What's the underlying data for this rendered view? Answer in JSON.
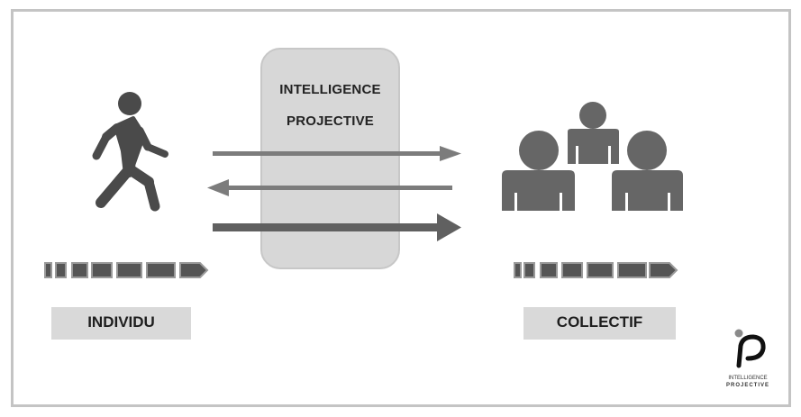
{
  "center": {
    "title_line1": "INTELLIGENCE",
    "title_line2": "PROJECTIVE"
  },
  "left": {
    "icon": "walking-person-icon",
    "label": "INDIVIDU"
  },
  "right": {
    "icon": "group-people-icon",
    "label": "COLLECTIF"
  },
  "arrows": [
    {
      "direction": "right"
    },
    {
      "direction": "left"
    },
    {
      "direction": "right"
    }
  ],
  "logo": {
    "line1": "INTELLIGENCE",
    "line2": "PROJECTIVE"
  },
  "colors": {
    "icon": "#4a4a4a",
    "arrow": "#7a7a7a",
    "box": "#d7d7d7"
  }
}
